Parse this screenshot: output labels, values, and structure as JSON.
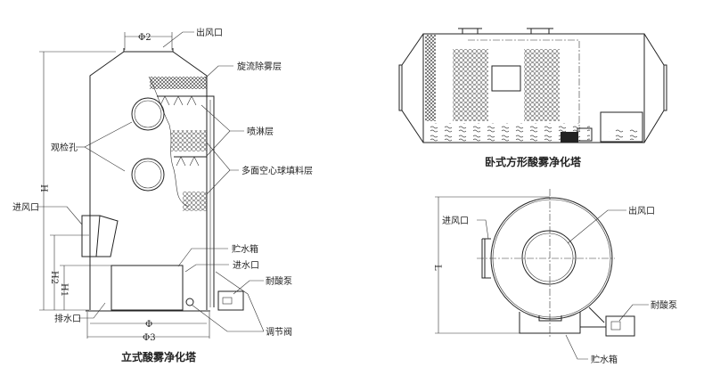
{
  "vertical_tower": {
    "title": "立式酸雾净化塔",
    "labels": {
      "outlet": "出风口",
      "demister": "旋流除雾层",
      "inspection_hole": "观检孔",
      "spray_layer": "喷淋层",
      "packing_layer": "多面空心球填料层",
      "inlet": "进风口",
      "water_tank": "贮水箱",
      "water_inlet": "进水口",
      "pump": "耐酸泵",
      "drain": "排水口",
      "valve": "调节阀"
    },
    "dimensions": {
      "phi2": "Φ2",
      "h": "H",
      "h2": "H2",
      "h1": "H1",
      "phi": "Φ",
      "phi3": "Φ3"
    }
  },
  "horizontal_tower": {
    "title": "卧式方形酸雾净化塔"
  },
  "top_view": {
    "labels": {
      "inlet": "进风口",
      "outlet": "出风口",
      "pump": "耐酸泵",
      "water_tank": "贮水箱"
    },
    "dimensions": {
      "l": "L"
    }
  }
}
